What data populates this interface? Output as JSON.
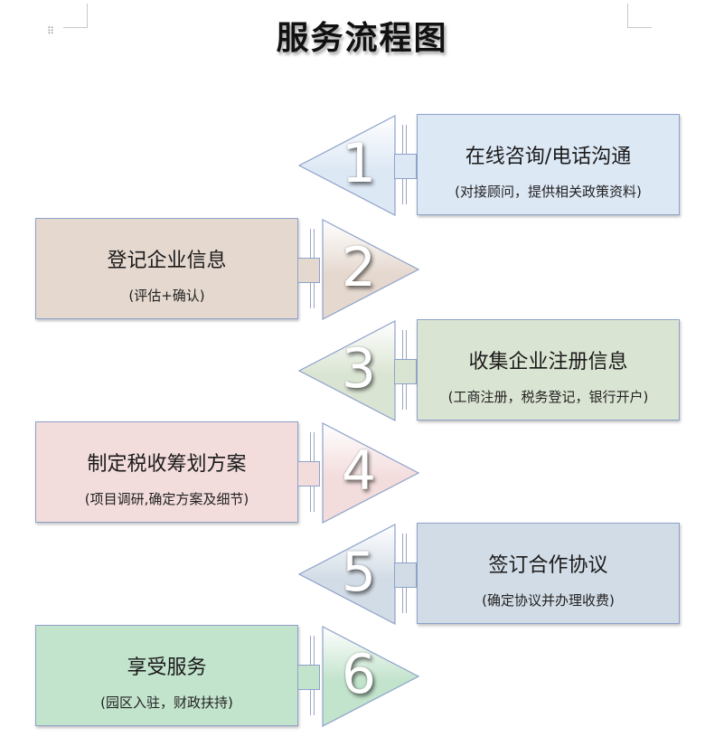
{
  "title": "服务流程图",
  "steps": [
    {
      "number": "1",
      "title": "在线咨询/电话沟通",
      "subtitle": "(对接顾问，提供相关政策资料)",
      "side": "right",
      "box_color": "#dde8f5",
      "tri_color": "#dde8f5"
    },
    {
      "number": "2",
      "title": "登记企业信息",
      "subtitle": "(评估+确认)",
      "side": "left",
      "box_color": "#e5d8cf",
      "tri_color": "#e5d8cf"
    },
    {
      "number": "3",
      "title": "收集企业注册信息",
      "subtitle": "(工商注册，税务登记，银行开户)",
      "side": "right",
      "box_color": "#dae4d2",
      "tri_color": "#dae4d2"
    },
    {
      "number": "4",
      "title": "制定税收筹划方案",
      "subtitle": "(项目调研,确定方案及细节)",
      "side": "left",
      "box_color": "#f3dcdc",
      "tri_color": "#f3dcdc"
    },
    {
      "number": "5",
      "title": "签订合作协议",
      "subtitle": "(确定协议并办理收费)",
      "side": "right",
      "box_color": "#d2dce6",
      "tri_color": "#d2dce6"
    },
    {
      "number": "6",
      "title": "享受服务",
      "subtitle": "(园区入驻，财政扶持)",
      "side": "left",
      "box_color": "#c2e3cc",
      "tri_color": "#c2e3cc"
    }
  ]
}
